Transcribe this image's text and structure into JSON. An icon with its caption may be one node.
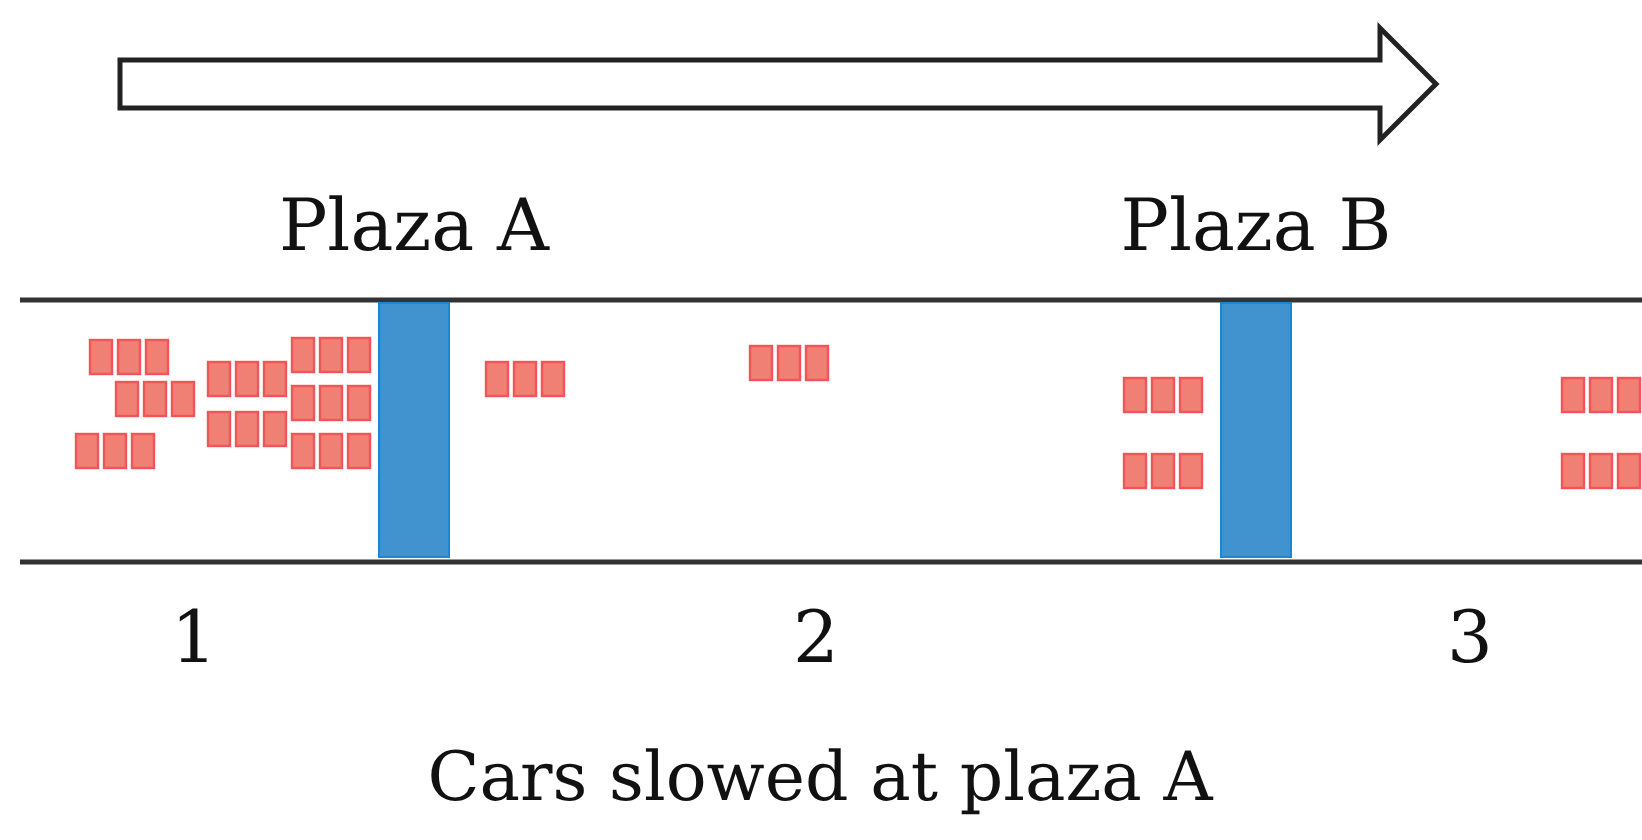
{
  "diagram": {
    "caption": "Cars slowed at plaza A",
    "nodes": [
      {
        "text": [
          "Plaza A"
        ]
      },
      {
        "text": [
          "Plaza B"
        ]
      }
    ],
    "labels": [
      "1",
      "2",
      "3"
    ]
  }
}
